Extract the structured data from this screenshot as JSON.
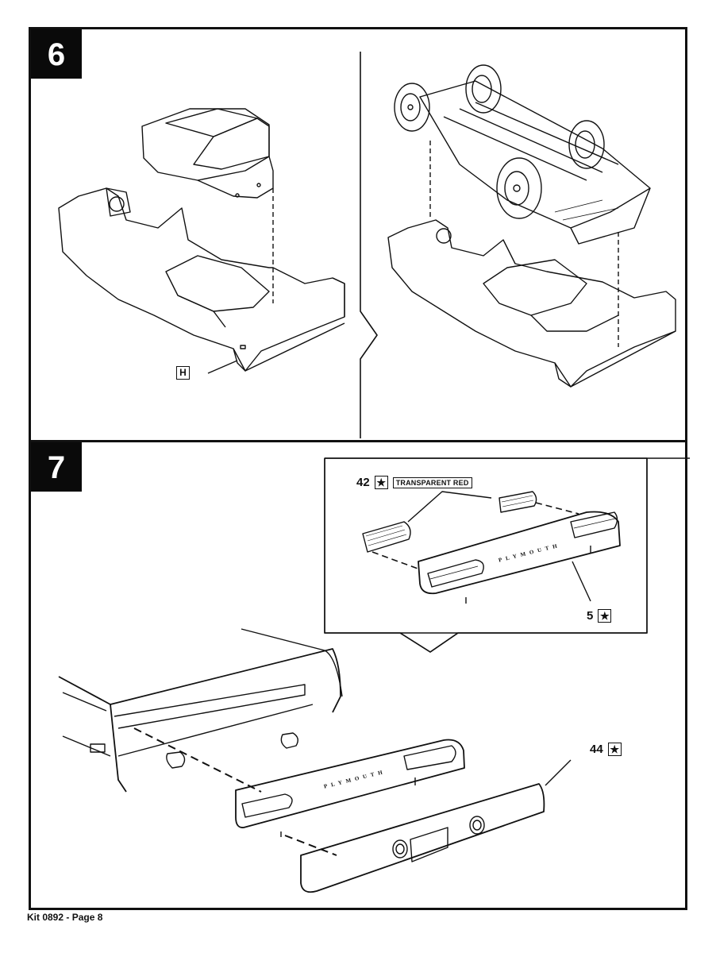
{
  "document": {
    "footer": "Kit 0892 - Page 8"
  },
  "steps": [
    {
      "number": "6",
      "labels": {
        "part_letter": "H"
      }
    },
    {
      "number": "7",
      "inset": {
        "callout_42_number": "42",
        "callout_42_tag": "TRANSPARENT RED",
        "callout_5_number": "5",
        "lettering": "PLYMOUTH"
      },
      "callout_44_number": "44",
      "lettering": "PLYMOUTH"
    }
  ],
  "icons": {
    "star": "★"
  }
}
